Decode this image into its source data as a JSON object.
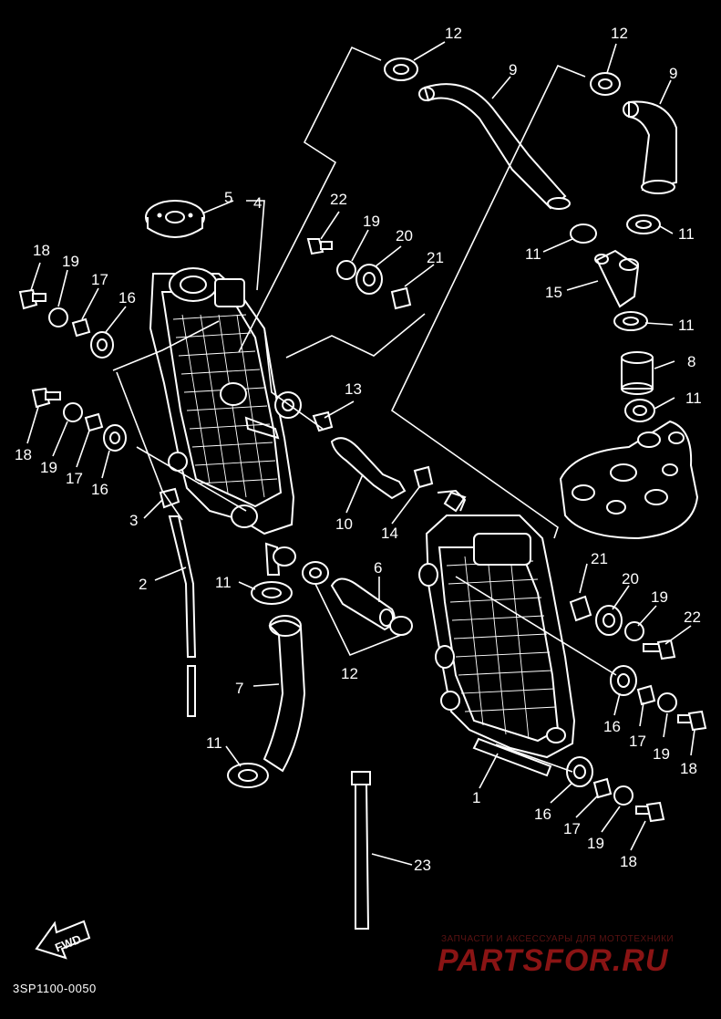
{
  "diagram": {
    "code": "3SP1100-0050",
    "fwd_label": "FWD",
    "callouts": {
      "c1": "1",
      "c2": "2",
      "c3": "3",
      "c4": "4",
      "c5": "5",
      "c6": "6",
      "c7": "7",
      "c8": "8",
      "c9a": "9",
      "c9b": "9",
      "c10": "10",
      "c11a": "11",
      "c11b": "11",
      "c11c": "11",
      "c11d": "11",
      "c11e": "11",
      "c11f": "11",
      "c12a": "12",
      "c12b": "12",
      "c12c": "12",
      "c13": "13",
      "c14": "14",
      "c15": "15",
      "c16a": "16",
      "c16b": "16",
      "c16c": "16",
      "c16d": "16",
      "c17a": "17",
      "c17b": "17",
      "c17c": "17",
      "c17d": "17",
      "c18a": "18",
      "c18b": "18",
      "c18c": "18",
      "c18d": "18",
      "c19a": "19",
      "c19b": "19",
      "c19c": "19",
      "c19d": "19",
      "c19e": "19",
      "c19f": "19",
      "c20a": "20",
      "c20b": "20",
      "c21a": "21",
      "c21b": "21",
      "c22a": "22",
      "c22b": "22",
      "c23": "23"
    }
  },
  "watermark": {
    "subtitle": "ЗАПЧАСТИ И АКСЕССУАРЫ ДЛЯ МОТОТЕХНИКИ",
    "brand": "PARTSFOR.RU"
  },
  "colors": {
    "background": "#000000",
    "line": "#ffffff",
    "watermark": "#8a1414"
  }
}
